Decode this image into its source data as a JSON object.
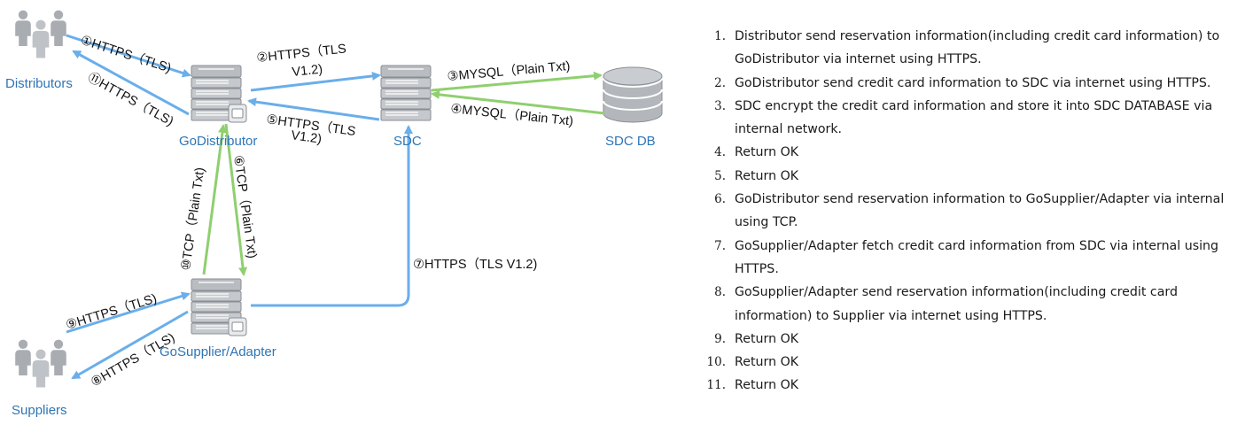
{
  "nodes": {
    "distributors": "Distributors",
    "godistributor": "GoDistributor",
    "sdc": "SDC",
    "sdc_db": "SDC DB",
    "gosupplier": "GoSupplier/Adapter",
    "suppliers": "Suppliers"
  },
  "edges": {
    "e1": "①HTTPS（TLS)",
    "e2_line1": "②HTTPS（TLS",
    "e2_line2": "V1.2)",
    "e3": "③MYSQL（Plain Txt)",
    "e4": "④MYSQL（Plain Txt)",
    "e5_line1": "⑤HTTPS（TLS",
    "e5_line2": "V1.2)",
    "e6": "⑥TCP（Plain Txt)",
    "e7": "⑦HTTPS（TLS V1.2)",
    "e8": "⑧HTTPS（TLS)",
    "e9": "⑨HTTPS（TLS)",
    "e10": "⑩TCP（Plain Txt)",
    "e11": "⑪HTTPS（TLS)"
  },
  "colors": {
    "https_arrow": "#6aaeea",
    "plain_arrow": "#8fcf6f",
    "node_label": "#2e75b6"
  },
  "steps": [
    {
      "num": "1.",
      "text": "Distributor send reservation information(including credit card information) to GoDistributor via internet using HTTPS."
    },
    {
      "num": "2.",
      "text": "GoDistributor send credit card information to SDC via internet using HTTPS."
    },
    {
      "num": "3.",
      "text": "SDC encrypt the credit card information and store it into SDC DATABASE via internal network."
    },
    {
      "num": "4.",
      "text": "Return OK"
    },
    {
      "num": "5.",
      "text": "Return OK"
    },
    {
      "num": "6.",
      "text": "GoDistributor send reservation information to GoSupplier/Adapter via internal using TCP."
    },
    {
      "num": "7.",
      "text": "GoSupplier/Adapter fetch credit card information from SDC via internal using HTTPS."
    },
    {
      "num": "8.",
      "text": "GoSupplier/Adapter send reservation information(including credit card information) to Supplier via internet using HTTPS."
    },
    {
      "num": "9.",
      "text": "Return OK"
    },
    {
      "num": "10.",
      "text": "Return OK"
    },
    {
      "num": "11.",
      "text": "Return OK"
    }
  ]
}
